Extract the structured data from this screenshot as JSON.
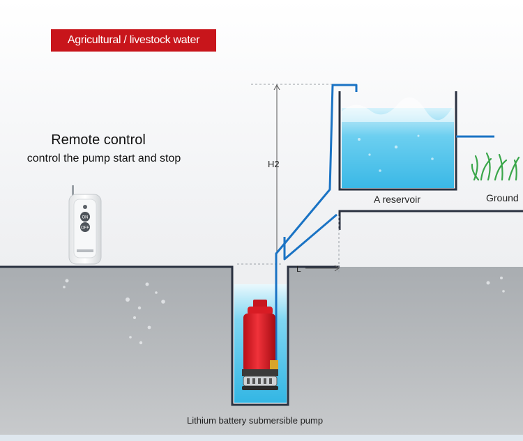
{
  "header": {
    "tag_label": "Agricultural / livestock water"
  },
  "remote": {
    "title": "Remote control",
    "subtitle": "control the pump start and stop",
    "button_on": "ON",
    "button_off": "OFF"
  },
  "labels": {
    "height": "H2",
    "length": "L",
    "reservoir": "A reservoir",
    "ground": "Ground",
    "pump": "Lithium battery submersible pump"
  },
  "colors": {
    "tag_background": "#c8151b",
    "pipe": "#1a73c4",
    "water": "#4cc4e8",
    "ground_line": "#2a3140",
    "pump_body": "#e01b24",
    "grass": "#3aa64a"
  }
}
